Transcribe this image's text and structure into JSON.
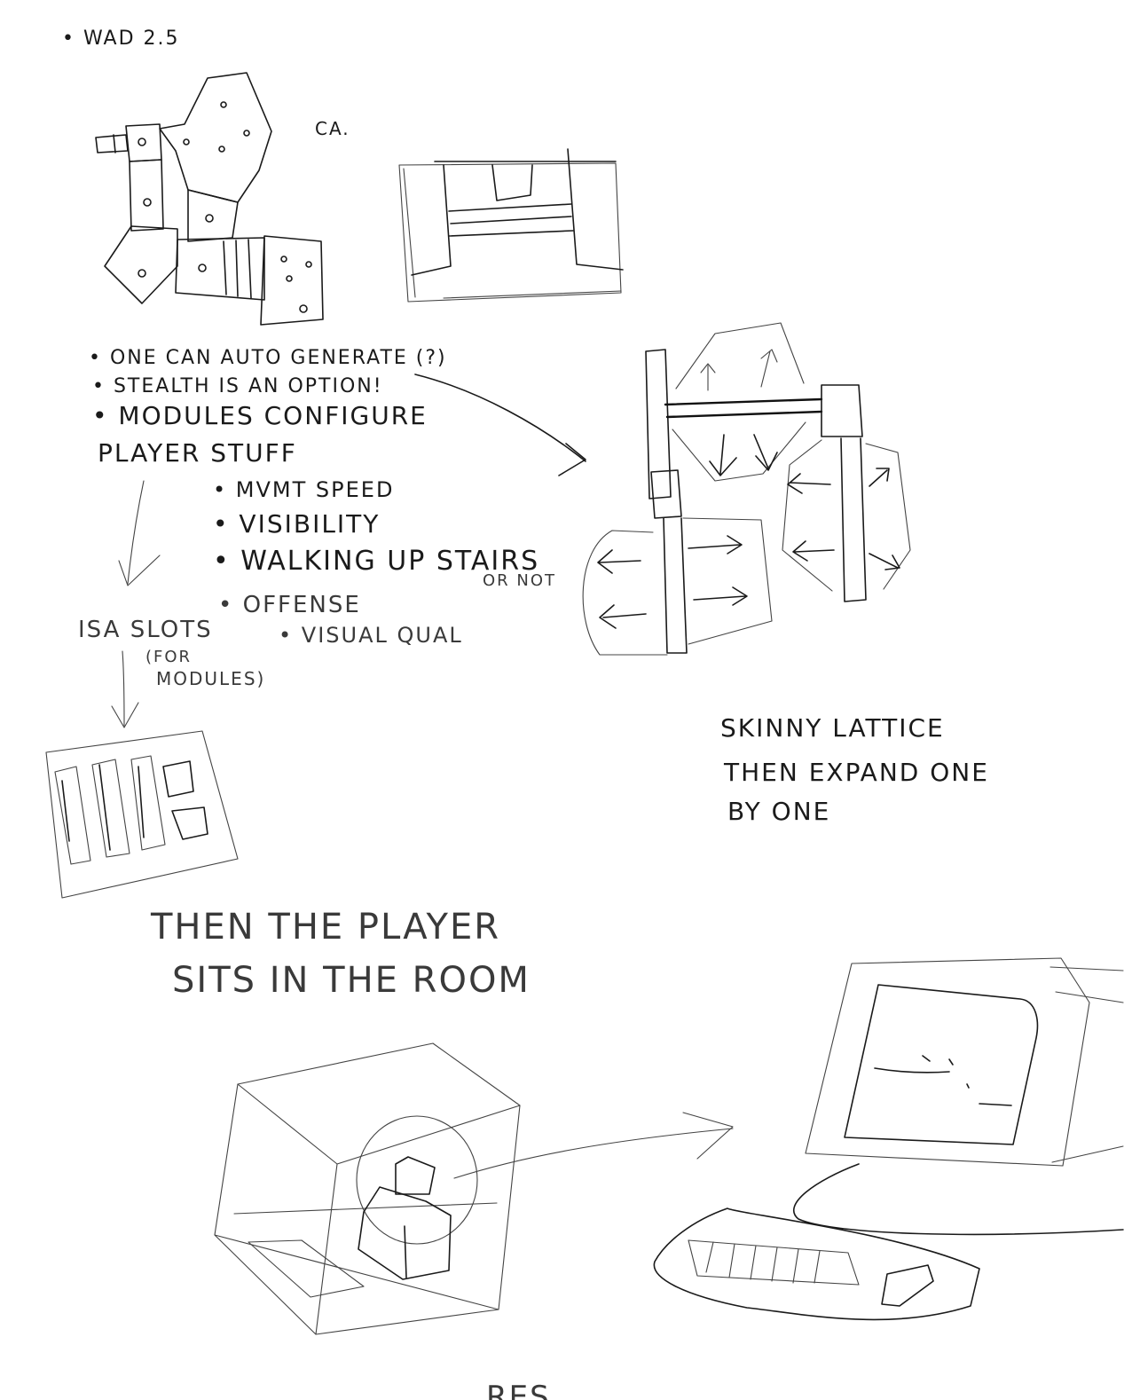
{
  "sketch": {
    "header_note": "• WAD 2.5",
    "ca_label": "CA.",
    "notes": {
      "line1": "• ONE CAN AUTO GENERATE (?)",
      "line2": "• STEALTH IS AN OPTION!",
      "line3": "• MODULES CONFIGURE",
      "line4": "PLAYER STUFF",
      "sub1": "• MVMT SPEED",
      "sub2": "• VISIBILITY",
      "sub3": "• WALKING UP STAIRS",
      "sub3_aside": "OR NOT",
      "isa_slots": "ISA SLOTS",
      "isa_for": "(FOR",
      "isa_modules": "MODULES)",
      "offense": "• OFFENSE",
      "visual_qual": "• VISUAL QUAL"
    },
    "lattice_note": {
      "line1": "SKINNY LATTICE",
      "line2": "THEN EXPAND ONE",
      "line3": "BY ONE"
    },
    "room_note": {
      "line1": "THEN THE PLAYER",
      "line2": "SITS IN THE ROOM"
    },
    "bottom_fragment": "RES",
    "colors": {
      "ink": "#1a1a1a",
      "paper": "#ffffff"
    }
  }
}
